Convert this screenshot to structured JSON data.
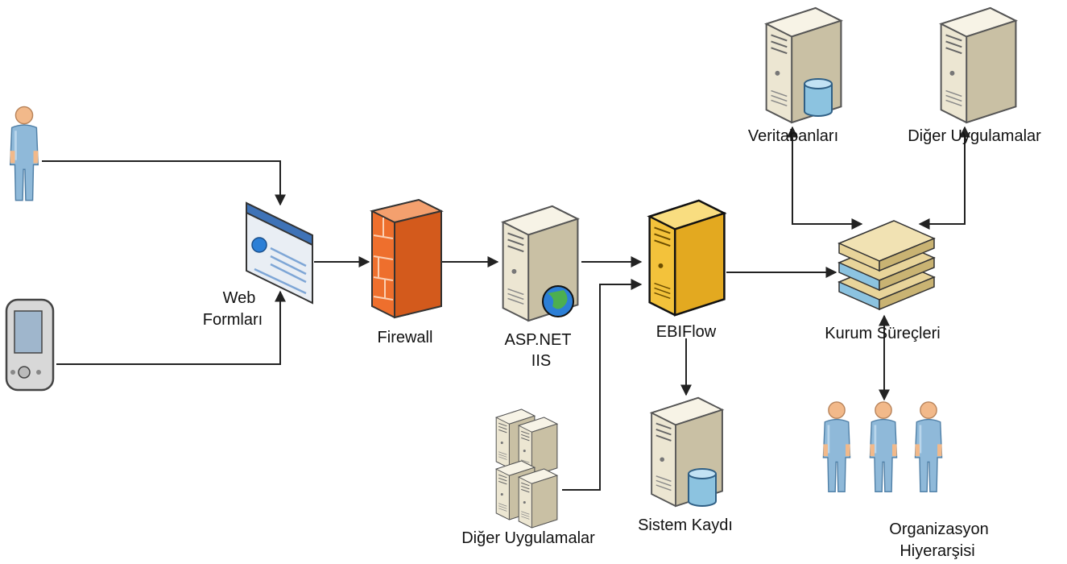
{
  "labels": {
    "web_forms_line1": "Web",
    "web_forms_line2": "Formları",
    "firewall": "Firewall",
    "aspnet_line1": "ASP.NET",
    "aspnet_line2": "IIS",
    "ebiflow": "EBIFlow",
    "databases": "Veritabanları",
    "other_apps_top": "Diğer Uygulamalar",
    "processes": "Kurum Süreçleri",
    "system_log": "Sistem Kaydı",
    "other_apps_bottom": "Diğer Uygulamalar",
    "org_line1": "Organizasyon",
    "org_line2": "Hiyerarşisi"
  },
  "colors": {
    "line": "#222222",
    "person_body": "#8fb9d9",
    "person_head": "#f2b98a",
    "server_body": "#ece6d2",
    "server_side": "#c9c0a4",
    "firewall": "#ee6f2d",
    "ebiflow_server": "#f3c23b",
    "books": "#e8d49a",
    "books_blue": "#8cc3e0",
    "browser_bar": "#3f73b7",
    "globe": "#2c7fd6"
  },
  "icons": [
    "person-icon",
    "pda-icon",
    "browser-icon",
    "firewall-icon",
    "server-icon",
    "globe-icon",
    "database-icon",
    "books-icon",
    "server-cluster-icon"
  ]
}
